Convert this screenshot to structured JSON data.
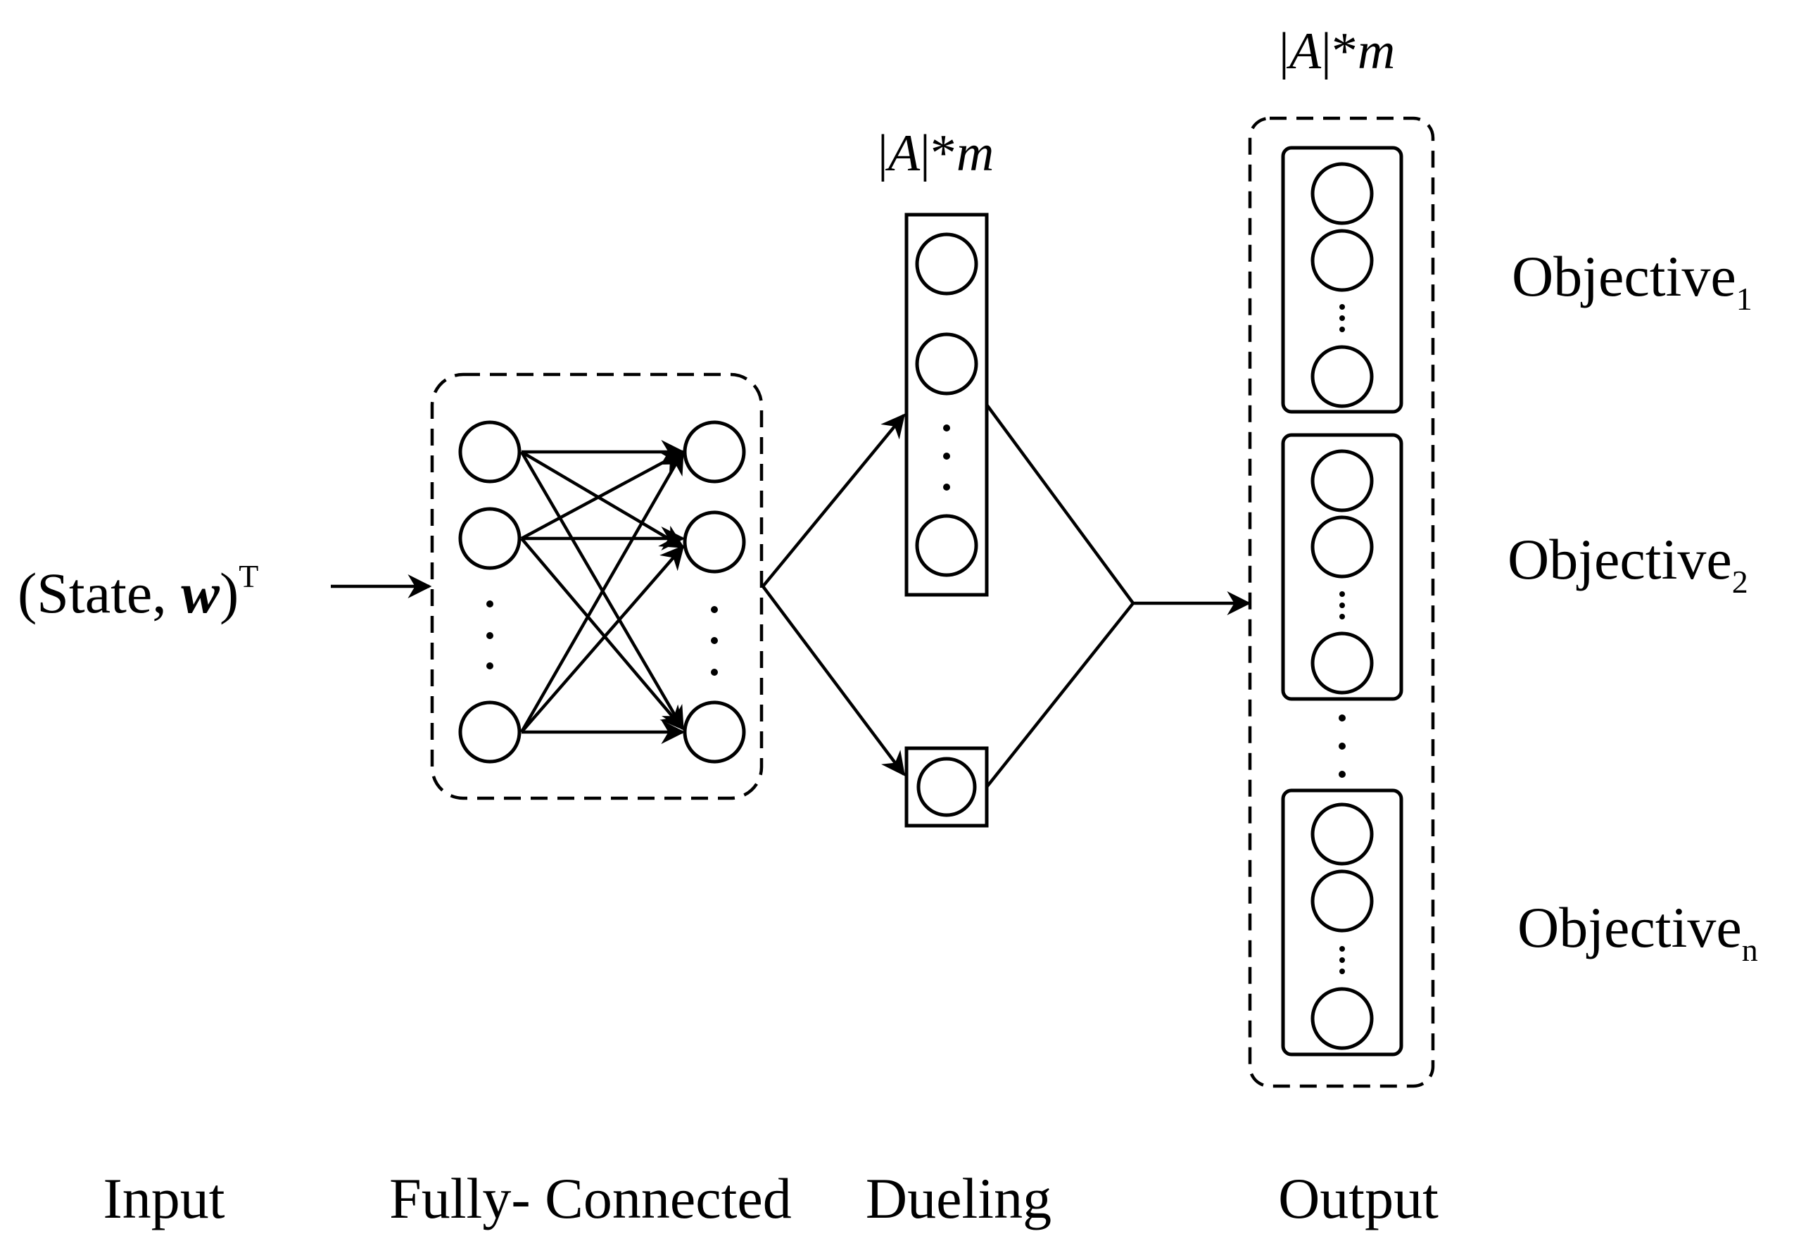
{
  "input": {
    "label_open": "(State, ",
    "label_w": "w",
    "label_close": ")",
    "label_sup": "T"
  },
  "captions": {
    "input": "Input",
    "fully_connected": "Fully- Connected",
    "dueling": "Dueling",
    "output": "Output"
  },
  "dueling": {
    "label_bar_open": "|",
    "label_A": "A",
    "label_rest": "|*",
    "label_m": "m"
  },
  "output": {
    "label_bar_open": "|",
    "label_A": "A",
    "label_rest": "|*",
    "label_m": "m",
    "objectives": [
      {
        "name": "Objective",
        "sub": "1"
      },
      {
        "name": "Objective",
        "sub": "2"
      },
      {
        "name": "Objective",
        "sub": "n"
      }
    ]
  }
}
